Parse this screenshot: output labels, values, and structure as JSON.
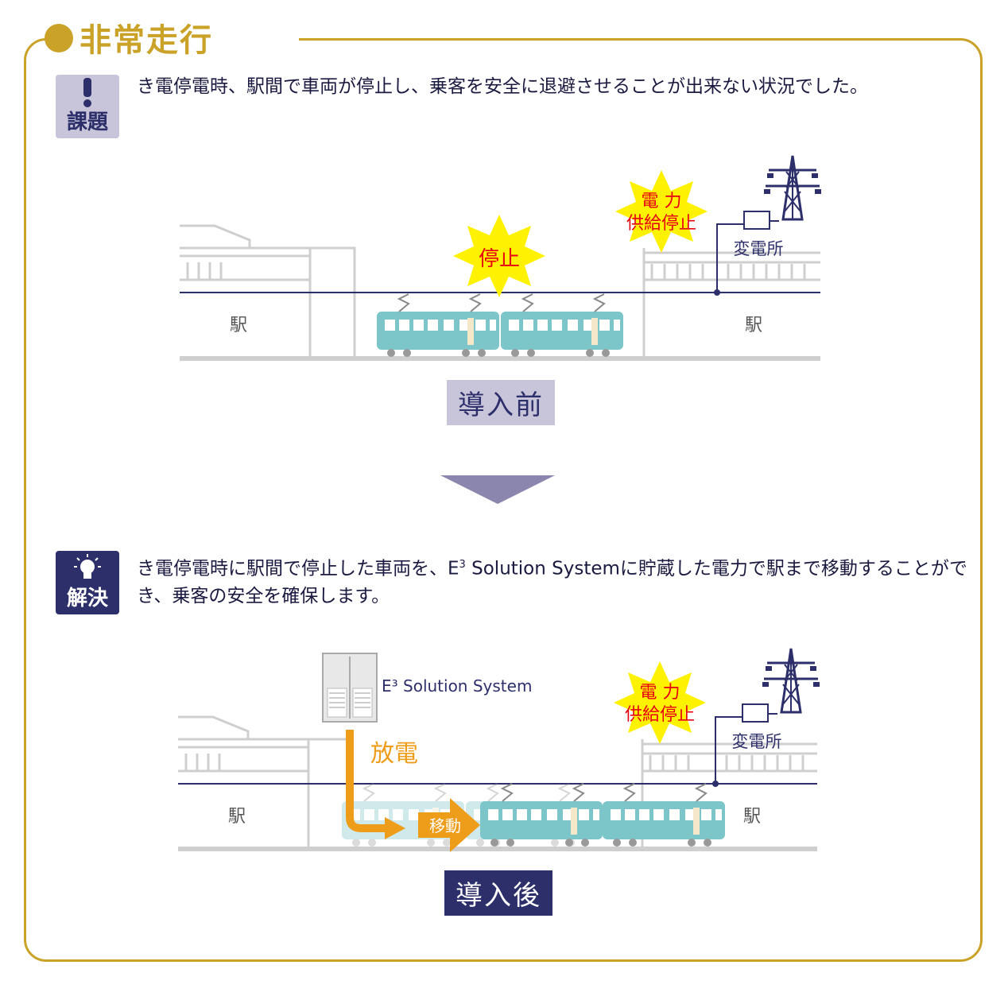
{
  "header": {
    "title": "非常走行"
  },
  "issue": {
    "badge_label": "課題",
    "text": "き電停電時、駅間で車両が停止し、乗客を安全に退避させることが出来ない状況でした。"
  },
  "solution": {
    "badge_label": "解決",
    "text_before_sup": "き電停電時に駅間で停止した車両を、E",
    "text_sup": "3",
    "text_after_sup": " Solution Systemに貯蔵した電力で駅まで移動することができ、乗客の安全を確保します。"
  },
  "before": {
    "station_left": "駅",
    "station_right": "駅",
    "stop_label": "停止",
    "power_line1": "電 力",
    "power_line2": "供給停止",
    "substation": "変電所",
    "phase_label": "導入前"
  },
  "after": {
    "station_left": "駅",
    "station_right": "駅",
    "system_label": "E³ Solution System",
    "discharge_label": "放電",
    "move_label": "移動",
    "power_line1": "電 力",
    "power_line2": "供給停止",
    "substation": "変電所",
    "phase_label": "導入後"
  },
  "colors": {
    "gold": "#c9a227",
    "navy": "#2d2f6b",
    "lavender": "#c8c4da",
    "train": "#7cc5c9",
    "burst": "#fff200",
    "red_text": "#e60012",
    "orange": "#ee9d1a"
  }
}
